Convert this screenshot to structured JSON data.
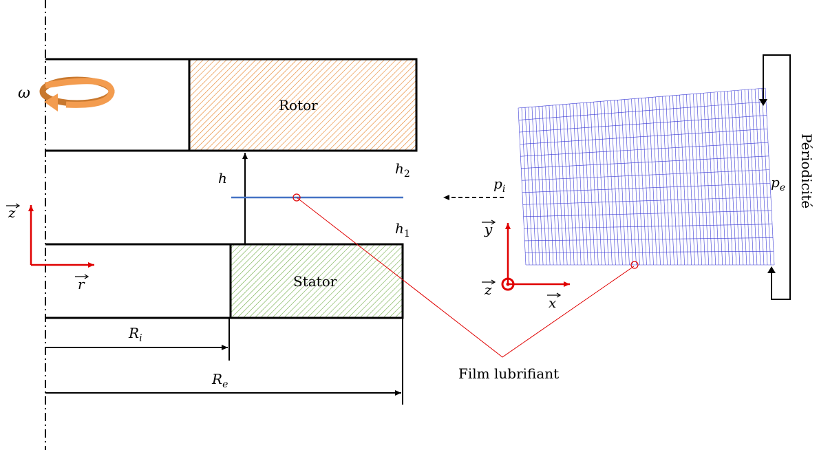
{
  "labels": {
    "omega": "ω",
    "rotor": "Rotor",
    "stator": "Stator",
    "h": "h",
    "h1_base": "h",
    "h1_sub": "1",
    "h2_base": "h",
    "h2_sub": "2",
    "ri_base": "R",
    "ri_sub": "i",
    "re_base": "R",
    "re_sub": "e",
    "z_axis_left": "z",
    "r_axis": "r",
    "pi_base": "p",
    "pi_sub": "i",
    "pe_base": "p",
    "pe_sub": "e",
    "y_axis": "y",
    "x_axis": "x",
    "z_axis_right": "z",
    "film": "Film lubrifiant",
    "periodicity": "Périodicité"
  },
  "colors": {
    "rotor_hatch": "#e67e22",
    "stator_hatch": "#70ad47",
    "film_line": "#4472c4",
    "mesh": "#3b3bd6",
    "axes_red": "#e00000",
    "omega_arrow": "#f39c4f",
    "omega_arrow_dark": "#c8782e"
  },
  "mesh": {
    "columns": 72,
    "rows": 13
  }
}
